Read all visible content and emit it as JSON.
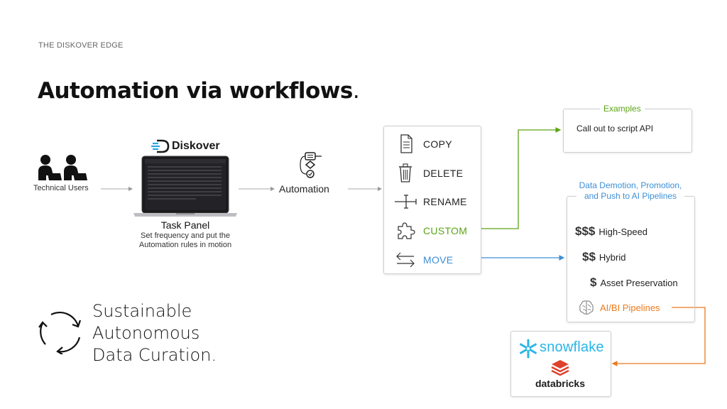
{
  "header": {
    "eyebrow": "THE DISKOVER EDGE",
    "title": "Automation via workflows",
    "title_period": "."
  },
  "flow": {
    "users_label": "Technical Users",
    "brand_logo": "Diskover",
    "task_panel_title": "Task Panel",
    "task_panel_desc_1": "Set frequency and put the",
    "task_panel_desc_2": "Automation rules in motion",
    "automation_label": "Automation"
  },
  "actions": [
    {
      "label": "COPY",
      "icon": "document-icon",
      "color": "#222222"
    },
    {
      "label": "DELETE",
      "icon": "trash-icon",
      "color": "#222222"
    },
    {
      "label": "RENAME",
      "icon": "rename-icon",
      "color": "#222222"
    },
    {
      "label": "CUSTOM",
      "icon": "puzzle-icon",
      "color": "#5aa516"
    },
    {
      "label": "MOVE",
      "icon": "arrows-icon",
      "color": "#3d8fd6"
    }
  ],
  "examples": {
    "heading": "Examples",
    "text": "Call out to script API"
  },
  "pipelines": {
    "heading": "Data Demotion, Promotion, and Push to AI Pipelines",
    "tiers": [
      {
        "symbol": "$$$",
        "label": "High-Speed"
      },
      {
        "symbol": "$$",
        "label": "Hybrid"
      },
      {
        "symbol": "$",
        "label": "Asset Preservation"
      }
    ],
    "ai_label": "AI/BI Pipelines"
  },
  "partners": {
    "snowflake": "snowflake",
    "databricks": "databricks"
  },
  "tagline": {
    "line1": "Sustainable",
    "line2": "Autonomous",
    "line3": "Data Curation."
  },
  "colors": {
    "green": "#5aa516",
    "blue": "#3d8fd6",
    "orange": "#ec7a1c",
    "snowflake": "#29b5e8",
    "databricks": "#e0412c"
  }
}
